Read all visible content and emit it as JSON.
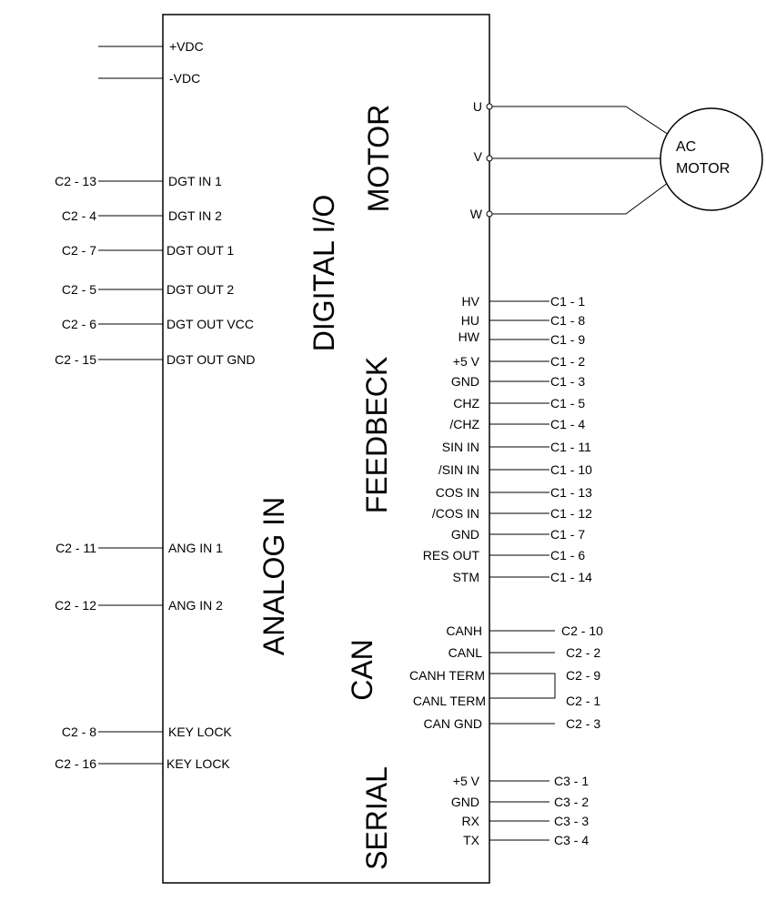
{
  "power": [
    {
      "label": "+VDC"
    },
    {
      "label": "-VDC"
    }
  ],
  "left_pins": [
    {
      "pin": "DGT IN 1",
      "conn": "C2 - 13"
    },
    {
      "pin": "DGT IN 2",
      "conn": "C2 - 4"
    },
    {
      "pin": "DGT OUT 1",
      "conn": "C2 - 7"
    },
    {
      "pin": "DGT OUT 2",
      "conn": "C2 - 5"
    },
    {
      "pin": "DGT OUT VCC",
      "conn": "C2 - 6"
    },
    {
      "pin": "DGT OUT GND",
      "conn": "C2 - 15"
    },
    {
      "pin": "ANG IN 1",
      "conn": "C2 - 11"
    },
    {
      "pin": "ANG IN 2",
      "conn": "C2 - 12"
    },
    {
      "pin": "KEY LOCK",
      "conn": "C2 - 8"
    },
    {
      "pin": "KEY LOCK",
      "conn": "C2 - 16"
    }
  ],
  "motor_pins": [
    {
      "pin": "U"
    },
    {
      "pin": "V"
    },
    {
      "pin": "W"
    }
  ],
  "motor_label": [
    "AC",
    "MOTOR"
  ],
  "feedback_pins": [
    {
      "pin": "HV",
      "conn": "C1 - 1"
    },
    {
      "pin": "HU",
      "conn": "C1 - 8"
    },
    {
      "pin": "HW",
      "conn": "C1 - 9"
    },
    {
      "pin": "+5 V",
      "conn": "C1 - 2"
    },
    {
      "pin": "GND",
      "conn": "C1 - 3"
    },
    {
      "pin": "CHZ",
      "conn": "C1 - 5"
    },
    {
      "pin": "/CHZ",
      "conn": "C1 - 4"
    },
    {
      "pin": "SIN IN",
      "conn": "C1 - 11"
    },
    {
      "pin": "/SIN IN",
      "conn": "C1 - 10"
    },
    {
      "pin": "COS IN",
      "conn": "C1 - 13"
    },
    {
      "pin": "/COS IN",
      "conn": "C1 - 12"
    },
    {
      "pin": "GND",
      "conn": "C1 - 7"
    },
    {
      "pin": "RES OUT",
      "conn": "C1 - 6"
    },
    {
      "pin": "STM",
      "conn": "C1 - 14"
    }
  ],
  "can_pins": [
    {
      "pin": "CANH",
      "conn": "C2 - 10"
    },
    {
      "pin": "CANL",
      "conn": "C2 - 2"
    },
    {
      "pin": "CANH TERM",
      "conn": "C2 - 9"
    },
    {
      "pin": "CANL TERM",
      "conn": "C2 - 1"
    },
    {
      "pin": "CAN GND",
      "conn": "C2 - 3"
    }
  ],
  "serial_pins": [
    {
      "pin": "+5 V",
      "conn": "C3 - 1"
    },
    {
      "pin": "GND",
      "conn": "C3 - 2"
    },
    {
      "pin": "RX",
      "conn": "C3 - 3"
    },
    {
      "pin": "TX",
      "conn": "C3 - 4"
    }
  ],
  "sections": {
    "digital_io": "DIGITAL I/O",
    "analog_in": "ANALOG IN",
    "motor": "MOTOR",
    "feedback": "FEEDBECK",
    "can": "CAN",
    "serial": "SERIAL"
  }
}
